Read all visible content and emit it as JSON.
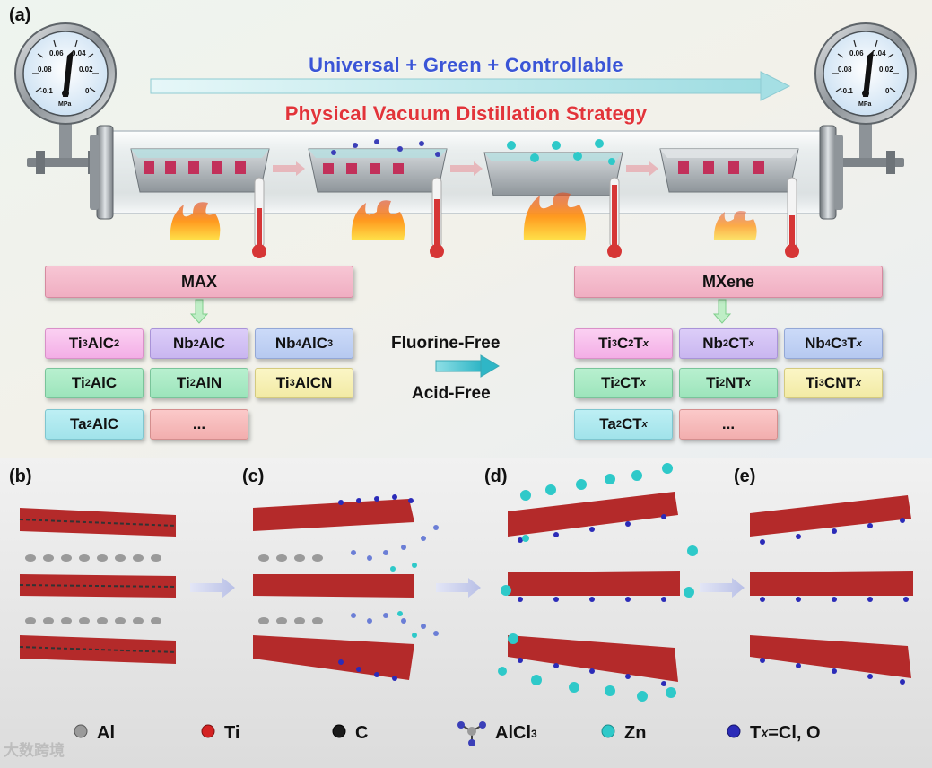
{
  "panels": {
    "a": "(a)",
    "b": "(b)",
    "c": "(c)",
    "d": "(d)",
    "e": "(e)"
  },
  "titles": {
    "line1": "Universal + Green + Controllable",
    "line2": "Physical Vacuum Distillation Strategy"
  },
  "gauge_labels": [
    "0.06",
    "0.04",
    "0.08",
    "0.02",
    "-0.1",
    "0",
    "MPa"
  ],
  "max": {
    "header": "MAX",
    "rows": [
      [
        {
          "base": "Ti",
          "sub": "3",
          "rest": "AlC",
          "sub2": "2",
          "color": "pink"
        },
        {
          "base": "Nb",
          "sub": "2",
          "rest": "AlC",
          "sub2": "",
          "color": "purple"
        },
        {
          "base": "Nb",
          "sub": "4",
          "rest": "AlC",
          "sub2": "3",
          "color": "blue"
        }
      ],
      [
        {
          "base": "Ti",
          "sub": "2",
          "rest": "AlC",
          "sub2": "",
          "color": "green"
        },
        {
          "base": "Ti",
          "sub": "2",
          "rest": "AlN",
          "sub2": "",
          "color": "green"
        },
        {
          "base": "Ti",
          "sub": "3",
          "rest": "AlCN",
          "sub2": "",
          "color": "yellow"
        }
      ],
      [
        {
          "base": "Ta",
          "sub": "2",
          "rest": "AlC",
          "sub2": "",
          "color": "cyan"
        },
        {
          "base": "...",
          "sub": "",
          "rest": "",
          "sub2": "",
          "color": "rose"
        }
      ]
    ]
  },
  "mxene": {
    "header": "MXene",
    "rows": [
      [
        {
          "text": "Ti3C2Tx",
          "color": "pink"
        },
        {
          "text": "Nb2CTx",
          "color": "purple"
        },
        {
          "text": "Nb4C3Tx",
          "color": "blue"
        }
      ],
      [
        {
          "text": "Ti2CTx",
          "color": "green"
        },
        {
          "text": "Ti2NTx",
          "color": "green"
        },
        {
          "text": "Ti3CNTx",
          "color": "yellow"
        }
      ],
      [
        {
          "text": "Ta2CTx",
          "color": "cyan"
        },
        {
          "text": "...",
          "color": "rose"
        }
      ]
    ]
  },
  "process": {
    "line1": "Fluorine-Free",
    "line2": "Acid-Free"
  },
  "legend": {
    "al": "Al",
    "ti": "Ti",
    "c": "C",
    "alcl3": "AlCl",
    "alcl3_sub": "3",
    "zn": "Zn",
    "tx": "T",
    "tx_sub": "X",
    "tx_rest": "=Cl, O"
  },
  "colors": {
    "ti": "#d42222",
    "c": "#1a1a1a",
    "al": "#9a9a9a",
    "zn": "#2ec9c9",
    "tx": "#2b2bb8",
    "title_blue": "#3a55d6",
    "title_red": "#e2343a"
  },
  "watermark": "大数跨境"
}
